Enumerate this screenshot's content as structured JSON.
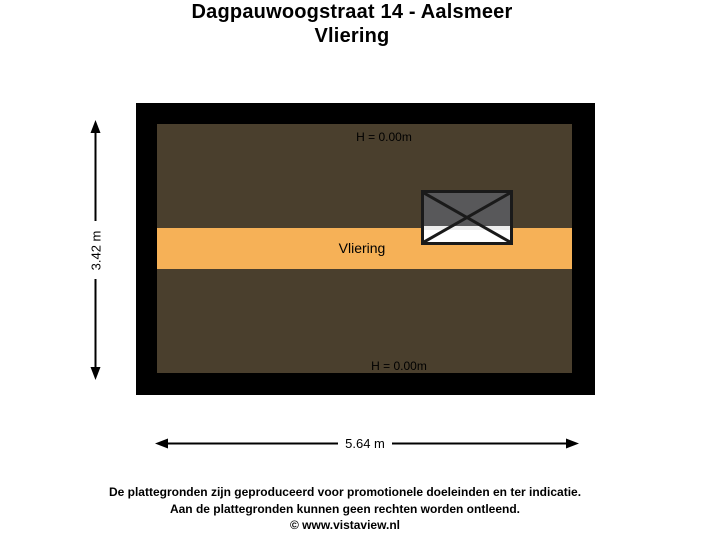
{
  "title": {
    "address": "Dagpauwoogstraat 14 - Aalsmeer",
    "floor": "Vliering"
  },
  "plan": {
    "room_label": "Vliering",
    "ceiling_height_top": "H = 0.00m",
    "ceiling_height_bottom": "H = 0.00m",
    "colors": {
      "wall": "#000000",
      "floor": "#4A3F2D",
      "vliering_band": "#F6B157",
      "void_fill_dark": "#58585A",
      "void_fill_light": "#FFFFFF"
    }
  },
  "dimensions": {
    "height": "3.42 m",
    "width": "5.64 m"
  },
  "footer": {
    "disclaimer_line1": "De plattegronden zijn geproduceerd voor promotionele doeleinden en ter indicatie.",
    "disclaimer_line2": "Aan de plattegronden kunnen geen rechten worden ontleend.",
    "credit": "© www.vistaview.nl"
  }
}
